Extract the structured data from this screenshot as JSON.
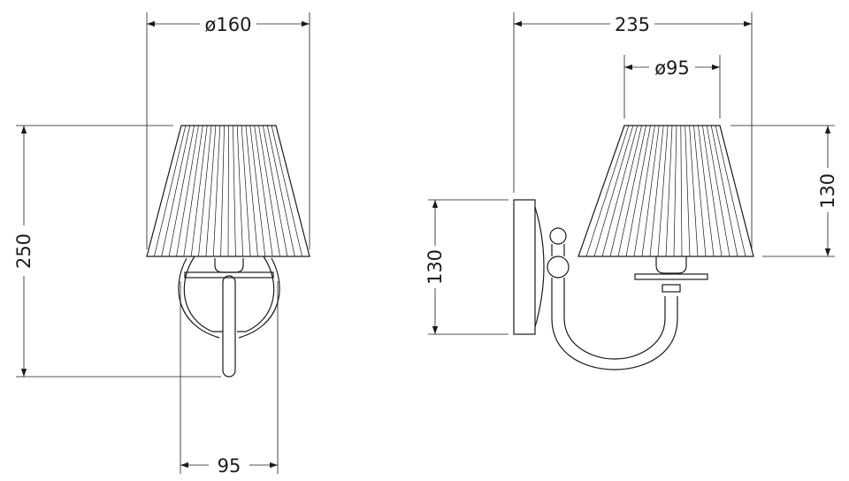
{
  "front_view": {
    "shade_diameter": "ø160",
    "total_height": "250",
    "base_width": "95"
  },
  "side_view": {
    "total_depth": "235",
    "shade_top_diameter": "ø95",
    "shade_height": "130",
    "backplate_height": "130"
  }
}
